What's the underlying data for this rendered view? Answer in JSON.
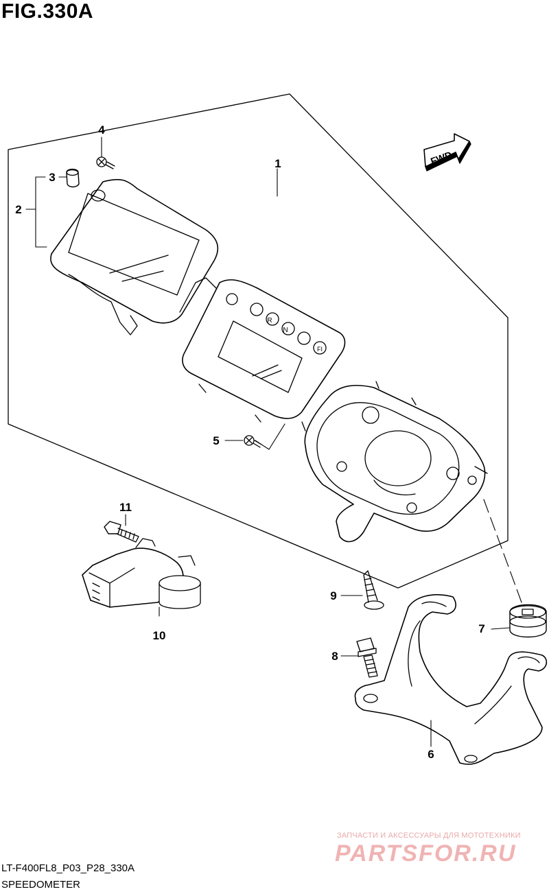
{
  "figure": {
    "title": "FIG.330A",
    "fwd_label": "FWD"
  },
  "callouts": [
    {
      "id": "1",
      "label": "1"
    },
    {
      "id": "2",
      "label": "2"
    },
    {
      "id": "3",
      "label": "3"
    },
    {
      "id": "4",
      "label": "4"
    },
    {
      "id": "5",
      "label": "5"
    },
    {
      "id": "6",
      "label": "6"
    },
    {
      "id": "7",
      "label": "7"
    },
    {
      "id": "8",
      "label": "8"
    },
    {
      "id": "9",
      "label": "9"
    },
    {
      "id": "10",
      "label": "10"
    },
    {
      "id": "11",
      "label": "11"
    }
  ],
  "indicators": [
    "R",
    "N",
    "FI"
  ],
  "footer": {
    "code": "LT-F400FL8_P03_P28_330A",
    "name": "SPEEDOMETER"
  },
  "watermark": {
    "tagline": "ЗАПЧАСТИ И АКСЕССУАРЫ ДЛЯ МОТОТЕХНИКИ",
    "logo": "PARTSFOR.RU"
  },
  "colors": {
    "line": "#000000",
    "watermark": "#f0b3b3"
  }
}
